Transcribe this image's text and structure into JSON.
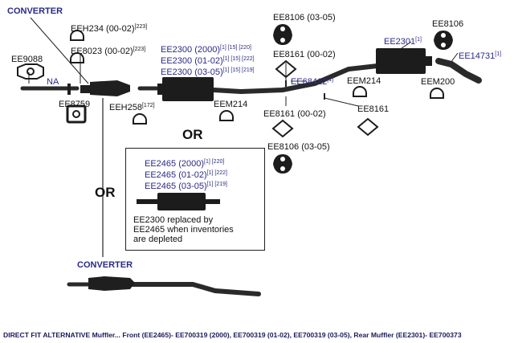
{
  "colors": {
    "part": "#1e1e1e",
    "pipe": "#2a2a2a",
    "label_blue": "#2a2a86",
    "label_black": "#111111",
    "caption": "#1a1a5a"
  },
  "labels": {
    "converter_top": "CONVERTER",
    "ee9088": "EE9088",
    "na": "NA",
    "ee8759": "EE8759",
    "eeh234": {
      "text": "EEH234 (00-02)",
      "ref": "[223]"
    },
    "ee8023": {
      "text": "EE8023 (00-02)",
      "ref": "[223]"
    },
    "eeh258": {
      "text": "EEH258",
      "ref": "[172]"
    },
    "ee2300_lines": [
      {
        "text": "EE2300 (2000)",
        "ref": "[1] [15] [220]"
      },
      {
        "text": "EE2300 (01-02)",
        "ref": "[1] [15] [222]"
      },
      {
        "text": "EE2300 (03-05)",
        "ref": "[1] [15] [219]"
      }
    ],
    "eem214_mid": "EEM214",
    "ee8106_top": "EE8106 (03-05)",
    "ee8161_top": "EE8161 (00-02)",
    "ee68412": {
      "text": "EE68412",
      "ref": "[1]"
    },
    "ee8161_mid": "EE8161 (00-02)",
    "ee8106_bottom": "EE8106 (03-05)",
    "eem214_right": "EEM214",
    "ee8161_right": "EE8161",
    "ee2301": {
      "text": "EE2301",
      "ref": "[1]"
    },
    "ee8106_right": "EE8106",
    "ee14731": {
      "text": "EE14731",
      "ref": "[1]"
    },
    "eem200": "EEM200"
  },
  "or_main": "OR",
  "or_side": "OR",
  "alternative": {
    "lines": [
      {
        "text": "EE2465 (2000)",
        "ref": "[1] [220]"
      },
      {
        "text": "EE2465 (01-02)",
        "ref": "[1] [222]"
      },
      {
        "text": "EE2465 (03-05)",
        "ref": "[1] [219]"
      }
    ],
    "note_lines": [
      "EE2300 replaced by",
      "EE2465 when inventories",
      "are depleted"
    ]
  },
  "converter_bottom": "CONVERTER",
  "caption": "DIRECT FIT ALTERNATIVE Muffler... Front (EE2465)- EE700319 (2000), EE700319 (01-02), EE700319 (03-05), Rear Muffler (EE2301)- EE700373"
}
